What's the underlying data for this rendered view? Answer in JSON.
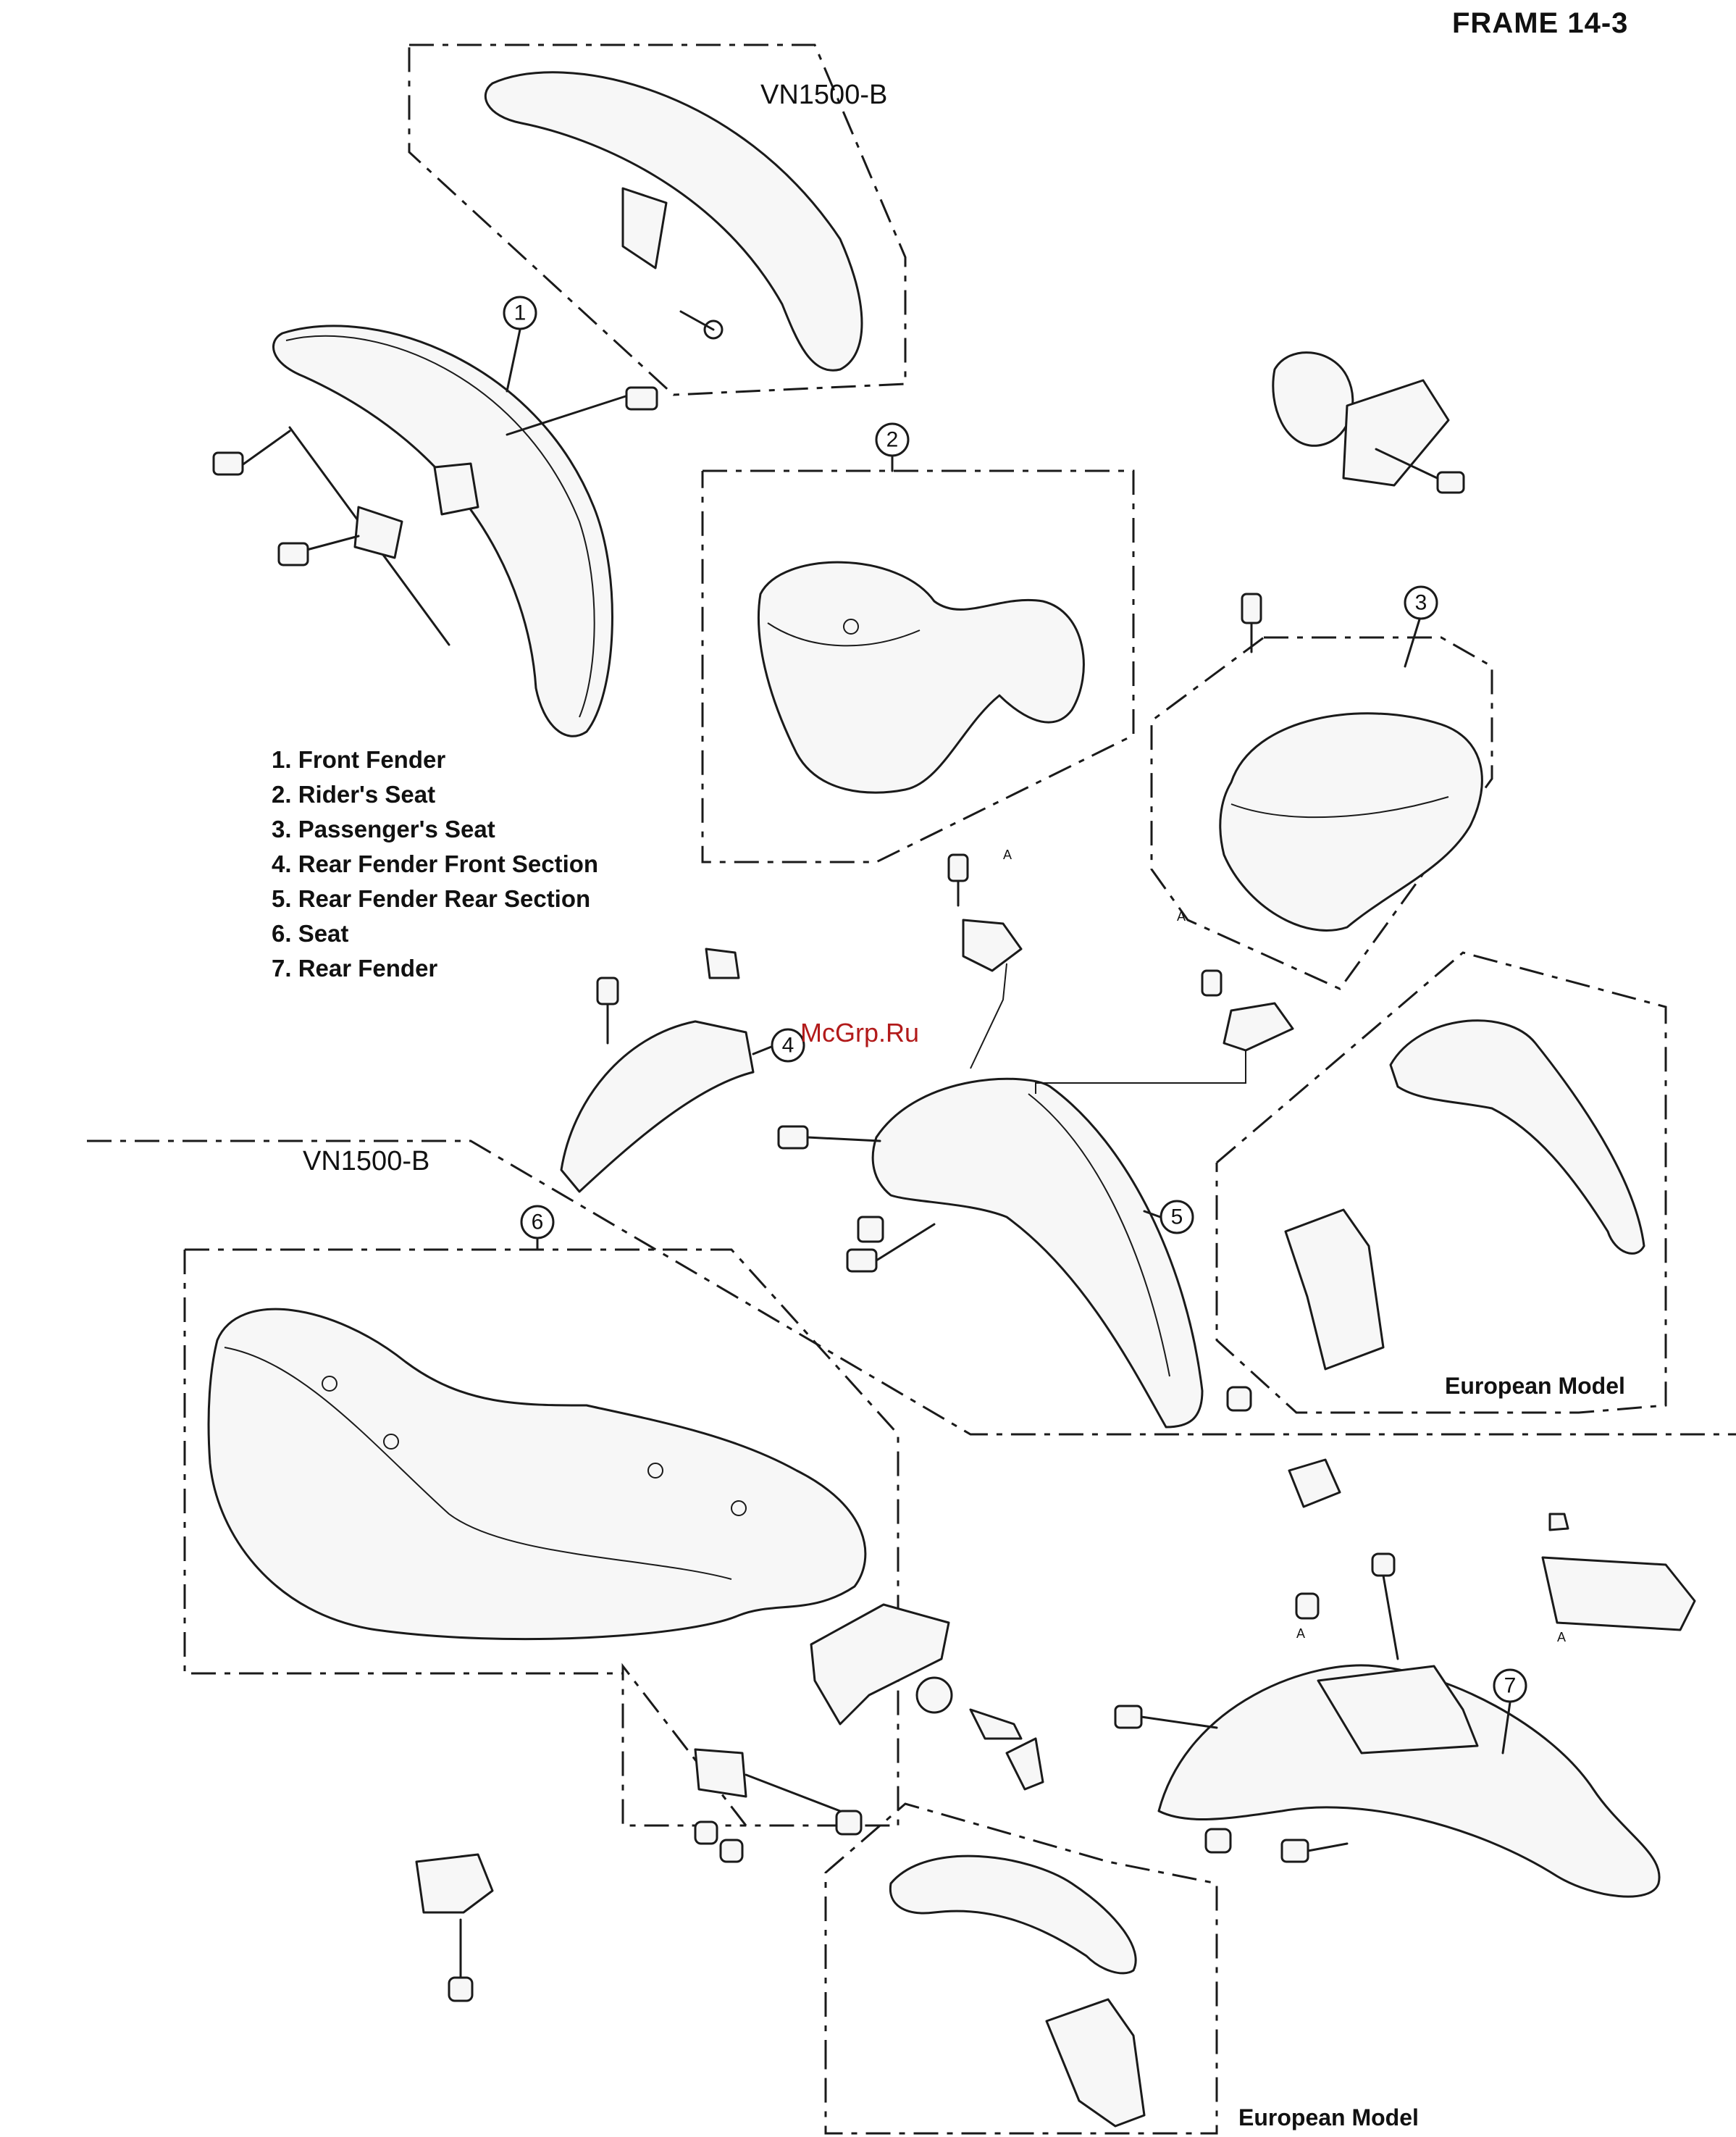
{
  "header": {
    "title": "FRAME  14-3"
  },
  "model_labels": {
    "top": "VN1500-B",
    "mid": "VN1500-B"
  },
  "legend": {
    "items": [
      "1. Front Fender",
      "2. Rider's Seat",
      "3. Passenger's Seat",
      "4. Rear Fender Front Section",
      "5. Rear Fender Rear Section",
      "6. Seat",
      "7. Rear Fender"
    ]
  },
  "callouts": [
    "1",
    "2",
    "3",
    "4",
    "5",
    "6",
    "7"
  ],
  "reference_marks": [
    "A"
  ],
  "variant_labels": {
    "middle": "European Model",
    "bottom": "European Model"
  },
  "watermark": "McGrp.Ru"
}
